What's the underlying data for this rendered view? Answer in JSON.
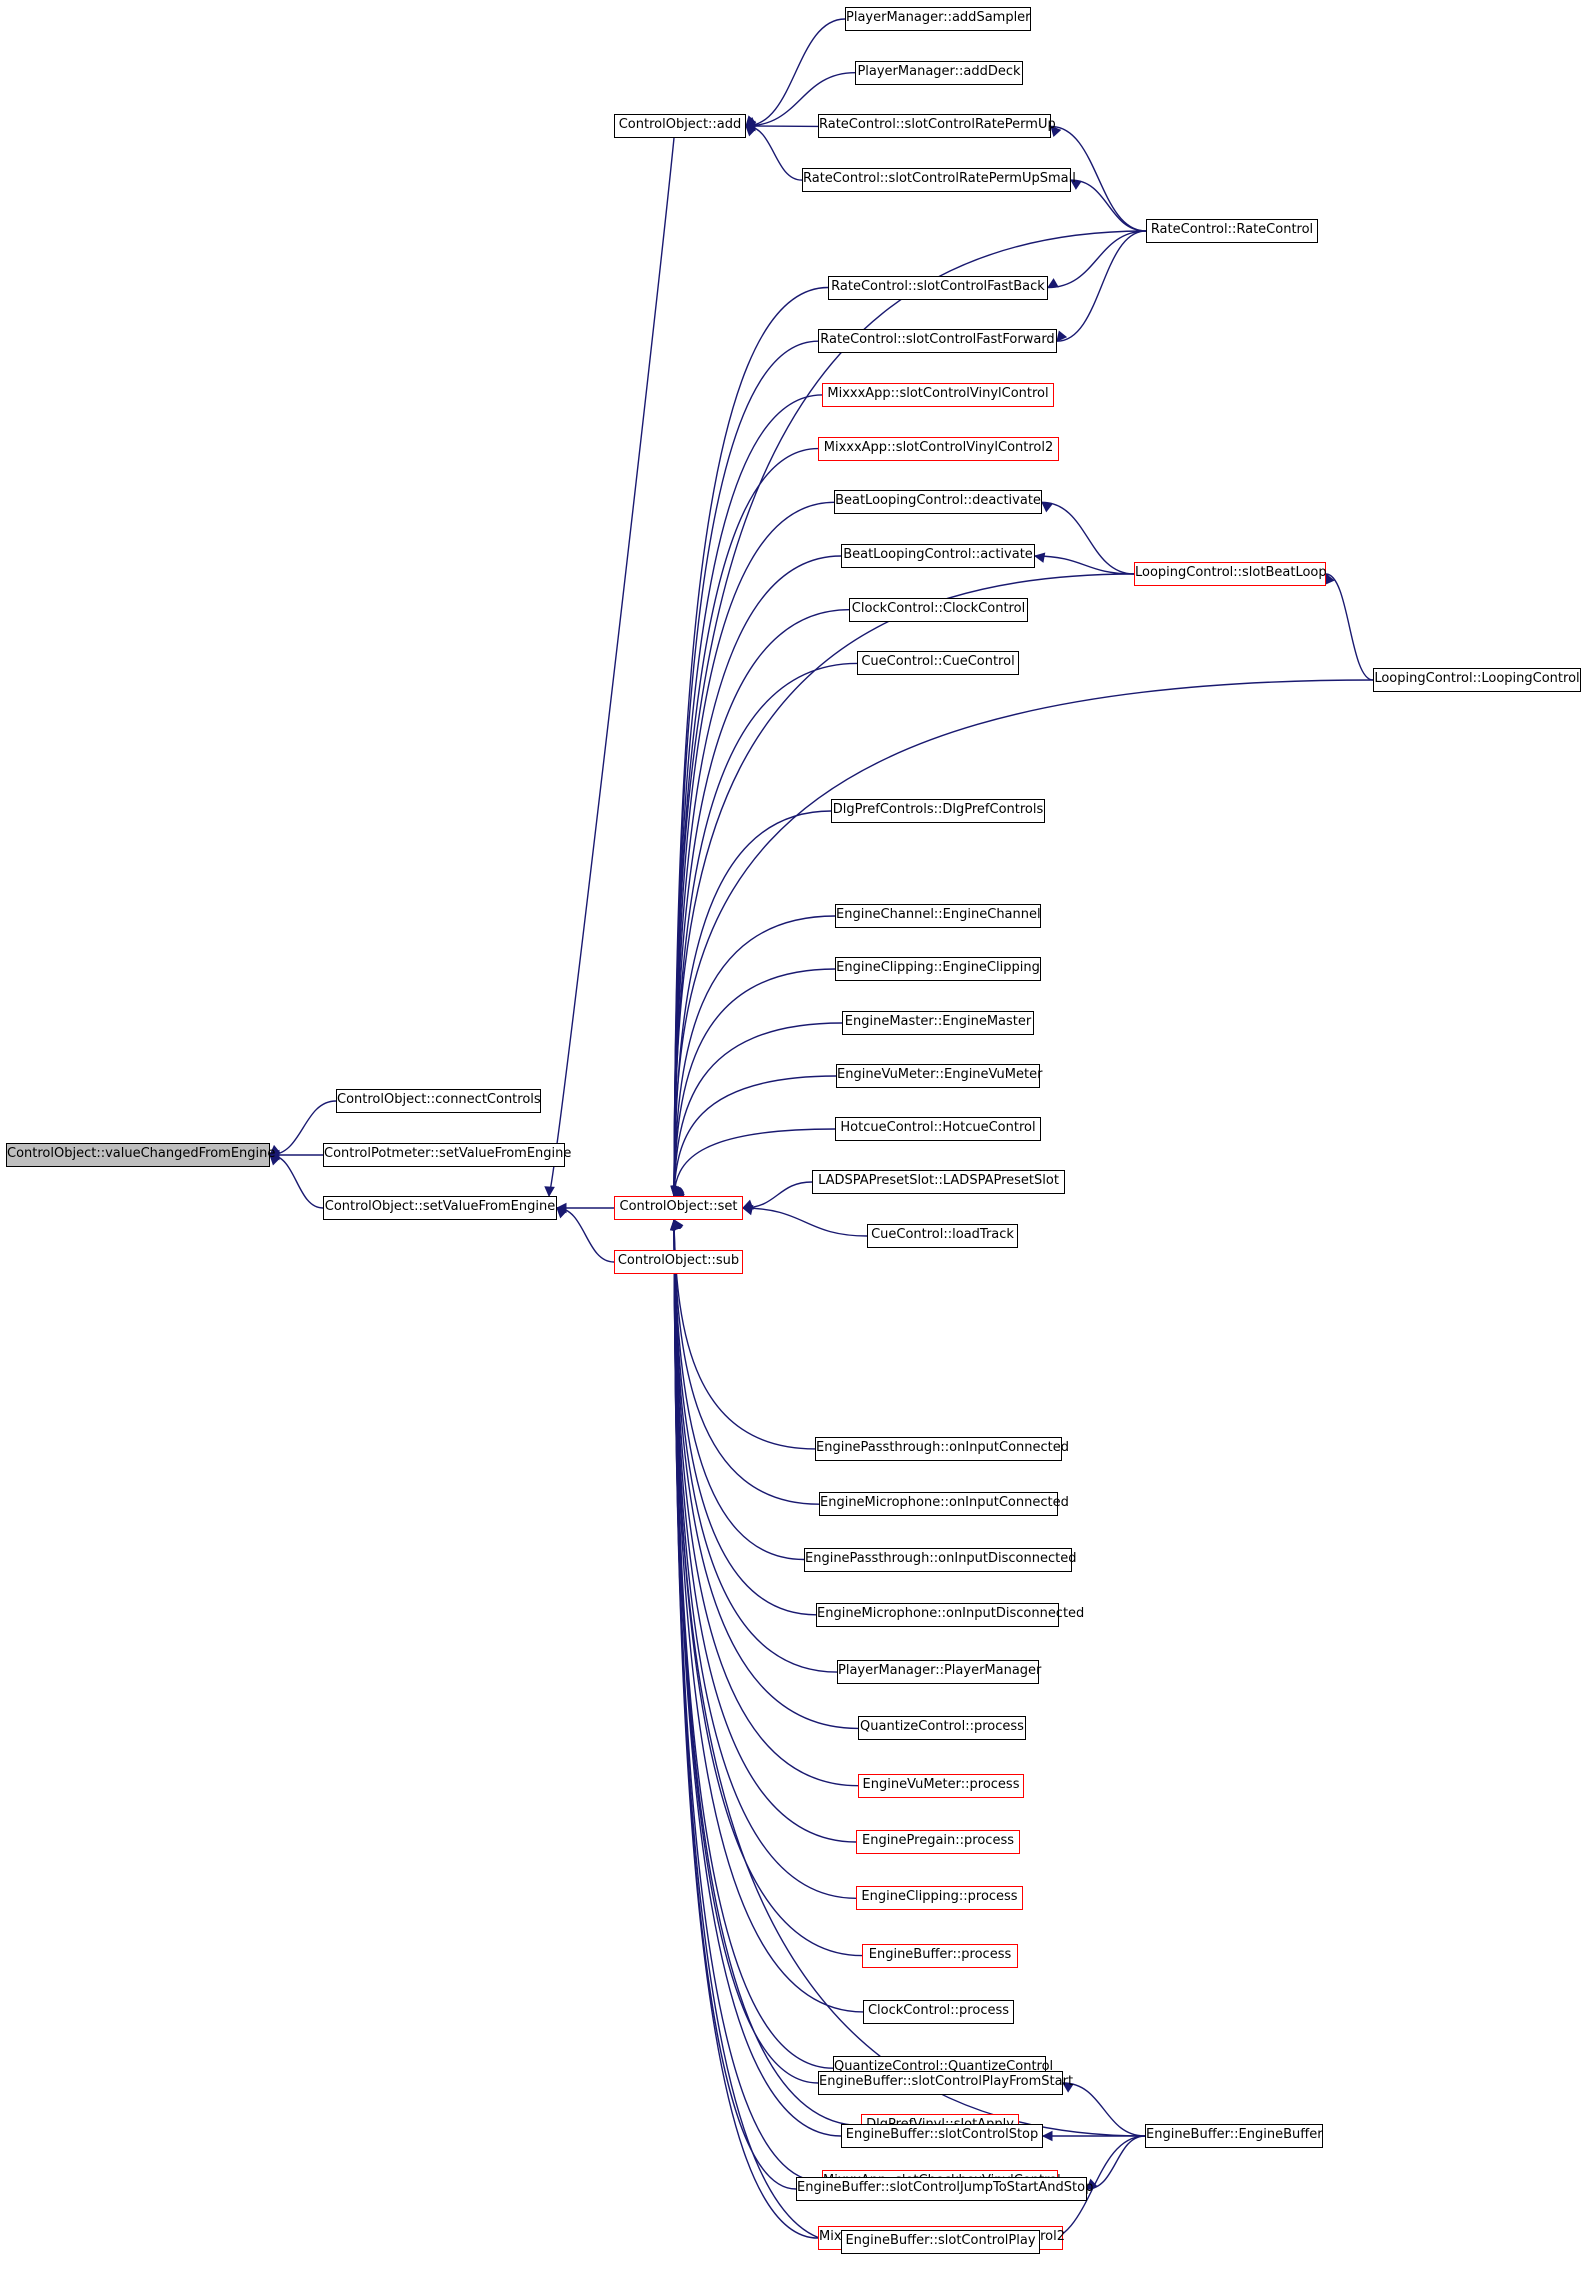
{
  "colors": {
    "edge": "#191970",
    "node_border": "#000000",
    "truncated_border": "#ff0000",
    "root_fill": "#bfbfbf",
    "background": "#ffffff"
  },
  "nodes": {
    "root": {
      "label": "ControlObject::valueChangedFromEngine",
      "truncated": false
    },
    "connectControls": {
      "label": "ControlObject::connectControls",
      "truncated": false
    },
    "potSetValue": {
      "label": "ControlPotmeter::setValueFromEngine",
      "truncated": false
    },
    "setValueFromEngine": {
      "label": "ControlObject::setValueFromEngine",
      "truncated": false
    },
    "add": {
      "label": "ControlObject::add",
      "truncated": false
    },
    "set": {
      "label": "ControlObject::set",
      "truncated": true
    },
    "sub": {
      "label": "ControlObject::sub",
      "truncated": true
    },
    "addSampler": {
      "label": "PlayerManager::addSampler",
      "truncated": false
    },
    "addDeck": {
      "label": "PlayerManager::addDeck",
      "truncated": false
    },
    "rateUp": {
      "label": "RateControl::slotControlRatePermUp",
      "truncated": false
    },
    "rateUpSmall": {
      "label": "RateControl::slotControlRatePermUpSmall",
      "truncated": false
    },
    "rateControl": {
      "label": "RateControl::RateControl",
      "truncated": false
    },
    "fastBack": {
      "label": "RateControl::slotControlFastBack",
      "truncated": false
    },
    "fastForward": {
      "label": "RateControl::slotControlFastForward",
      "truncated": false
    },
    "vinyl1": {
      "label": "MixxxApp::slotControlVinylControl",
      "truncated": true
    },
    "vinyl2": {
      "label": "MixxxApp::slotControlVinylControl2",
      "truncated": true
    },
    "beatDeactivate": {
      "label": "BeatLoopingControl::deactivate",
      "truncated": false
    },
    "beatActivate": {
      "label": "BeatLoopingControl::activate",
      "truncated": false
    },
    "slotBeatLoop": {
      "label": "LoopingControl::slotBeatLoop",
      "truncated": true
    },
    "loopingControl": {
      "label": "LoopingControl::LoopingControl",
      "truncated": false
    },
    "clockControl": {
      "label": "ClockControl::ClockControl",
      "truncated": false
    },
    "cueControl": {
      "label": "CueControl::CueControl",
      "truncated": false
    },
    "dlgPrefControls": {
      "label": "DlgPrefControls::DlgPrefControls",
      "truncated": false
    },
    "engineChannel": {
      "label": "EngineChannel::EngineChannel",
      "truncated": false
    },
    "engineClipping": {
      "label": "EngineClipping::EngineClipping",
      "truncated": false
    },
    "engineMaster": {
      "label": "EngineMaster::EngineMaster",
      "truncated": false
    },
    "engineVuMeter": {
      "label": "EngineVuMeter::EngineVuMeter",
      "truncated": false
    },
    "hotcueControl": {
      "label": "HotcueControl::HotcueControl",
      "truncated": false
    },
    "ladspa": {
      "label": "LADSPAPresetSlot::LADSPAPresetSlot",
      "truncated": false
    },
    "loadTrack": {
      "label": "CueControl::loadTrack",
      "truncated": false
    },
    "ptConnected": {
      "label": "EnginePassthrough::onInputConnected",
      "truncated": false
    },
    "micConnected": {
      "label": "EngineMicrophone::onInputConnected",
      "truncated": false
    },
    "ptDisconnected": {
      "label": "EnginePassthrough::onInputDisconnected",
      "truncated": false
    },
    "micDisconnected": {
      "label": "EngineMicrophone::onInputDisconnected",
      "truncated": false
    },
    "playerManager": {
      "label": "PlayerManager::PlayerManager",
      "truncated": false
    },
    "qcProcess": {
      "label": "QuantizeControl::process",
      "truncated": false
    },
    "vuProcess": {
      "label": "EngineVuMeter::process",
      "truncated": true
    },
    "pregainProcess": {
      "label": "EnginePregain::process",
      "truncated": true
    },
    "clippingProcess": {
      "label": "EngineClipping::process",
      "truncated": true
    },
    "bufferProcess": {
      "label": "EngineBuffer::process",
      "truncated": true
    },
    "clockProcess": {
      "label": "ClockControl::process",
      "truncated": false
    },
    "quantizeControl": {
      "label": "QuantizeControl::QuantizeControl",
      "truncated": false
    },
    "dlgVinylApply": {
      "label": "DlgPrefVinyl::slotApply",
      "truncated": true
    },
    "checkboxVinyl1": {
      "label": "MixxxApp::slotCheckboxVinylControl",
      "truncated": true
    },
    "checkboxVinyl2": {
      "label": "MixxxApp::slotCheckboxVinylControl2",
      "truncated": true
    },
    "playFromStart": {
      "label": "EngineBuffer::slotControlPlayFromStart",
      "truncated": false
    },
    "controlStop": {
      "label": "EngineBuffer::slotControlStop",
      "truncated": false
    },
    "jumpToStartStop": {
      "label": "EngineBuffer::slotControlJumpToStartAndStop",
      "truncated": false
    },
    "controlPlay": {
      "label": "EngineBuffer::slotControlPlay",
      "truncated": false
    },
    "engineBuffer": {
      "label": "EngineBuffer::EngineBuffer",
      "truncated": false
    }
  },
  "edges": [
    [
      "root",
      "connectControls"
    ],
    [
      "root",
      "potSetValue"
    ],
    [
      "root",
      "setValueFromEngine"
    ],
    [
      "setValueFromEngine",
      "add"
    ],
    [
      "setValueFromEngine",
      "set"
    ],
    [
      "setValueFromEngine",
      "sub"
    ],
    [
      "add",
      "addSampler"
    ],
    [
      "add",
      "addDeck"
    ],
    [
      "add",
      "rateUp"
    ],
    [
      "add",
      "rateUpSmall"
    ],
    [
      "rateUp",
      "rateControl"
    ],
    [
      "rateUpSmall",
      "rateControl"
    ],
    [
      "fastBack",
      "rateControl"
    ],
    [
      "fastForward",
      "rateControl"
    ],
    [
      "beatDeactivate",
      "slotBeatLoop"
    ],
    [
      "beatActivate",
      "slotBeatLoop"
    ],
    [
      "slotBeatLoop",
      "loopingControl"
    ],
    [
      "playFromStart",
      "engineBuffer"
    ],
    [
      "controlStop",
      "engineBuffer"
    ],
    [
      "jumpToStartStop",
      "engineBuffer"
    ],
    [
      "controlPlay",
      "engineBuffer"
    ],
    [
      "set",
      "rateControl"
    ],
    [
      "set",
      "fastBack"
    ],
    [
      "set",
      "fastForward"
    ],
    [
      "set",
      "vinyl1"
    ],
    [
      "set",
      "vinyl2"
    ],
    [
      "set",
      "slotBeatLoop"
    ],
    [
      "set",
      "beatDeactivate"
    ],
    [
      "set",
      "beatActivate"
    ],
    [
      "set",
      "clockControl"
    ],
    [
      "set",
      "cueControl"
    ],
    [
      "set",
      "loopingControl"
    ],
    [
      "set",
      "dlgPrefControls"
    ],
    [
      "set",
      "engineBuffer"
    ],
    [
      "set",
      "engineChannel"
    ],
    [
      "set",
      "engineClipping"
    ],
    [
      "set",
      "engineMaster"
    ],
    [
      "set",
      "engineVuMeter"
    ],
    [
      "set",
      "hotcueControl"
    ],
    [
      "set",
      "ladspa"
    ],
    [
      "set",
      "loadTrack"
    ],
    [
      "set",
      "ptConnected"
    ],
    [
      "set",
      "micConnected"
    ],
    [
      "set",
      "ptDisconnected"
    ],
    [
      "set",
      "micDisconnected"
    ],
    [
      "set",
      "playerManager"
    ],
    [
      "set",
      "qcProcess"
    ],
    [
      "set",
      "vuProcess"
    ],
    [
      "set",
      "pregainProcess"
    ],
    [
      "set",
      "clippingProcess"
    ],
    [
      "set",
      "bufferProcess"
    ],
    [
      "set",
      "clockProcess"
    ],
    [
      "set",
      "quantizeControl"
    ],
    [
      "set",
      "dlgVinylApply"
    ],
    [
      "set",
      "checkboxVinyl1"
    ],
    [
      "set",
      "checkboxVinyl2"
    ],
    [
      "set",
      "playFromStart"
    ],
    [
      "set",
      "controlStop"
    ],
    [
      "set",
      "jumpToStartStop"
    ],
    [
      "set",
      "controlPlay"
    ]
  ]
}
